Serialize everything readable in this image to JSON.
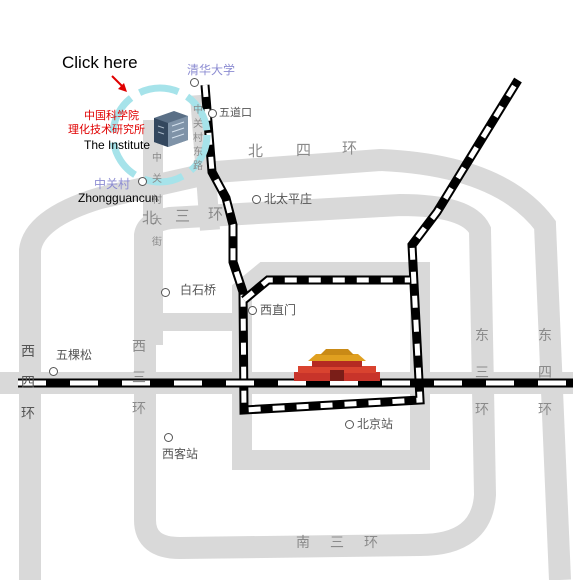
{
  "callout": {
    "text": "Click here"
  },
  "institute": {
    "name_line1": "中国科学院",
    "name_line2": "理化技术研究所",
    "name_en": "The Institute",
    "accent_color": "#e00000"
  },
  "stations": {
    "tsinghua": "清华大学",
    "wudaokou": "五道口",
    "zhongguancun_cn": "中关村",
    "zhongguancun_en": "Zhongguancun",
    "beitaipingzhuang": "北太平庄",
    "baishiqiao": "白石桥",
    "xizhimen": "西直门",
    "wukesong": "五棵松",
    "xikezhan": "西客站",
    "beijingzhan": "北京站"
  },
  "roads": {
    "zgc_east_road": "中关村东路",
    "zgc_street": "中关村大街",
    "north_4th_ring": [
      "北",
      "四",
      "环"
    ],
    "north_3rd_ring": [
      "北",
      "三",
      "环"
    ],
    "west_4th_ring": "西四环",
    "west_3rd_ring": "西三环",
    "east_3rd_ring": "东三环",
    "east_4th_ring": "东四环",
    "south_3rd_ring": [
      "南",
      "三",
      "环"
    ]
  },
  "icons": {
    "building": "institute-building-icon",
    "landmark": "tiananmen-gate-icon",
    "arrow": "red-arrow-icon"
  },
  "colors": {
    "road": "#d9d9d9",
    "rail": "#000000",
    "highlight_circle": "#a6e3ea",
    "callout_arrow": "#e00000"
  }
}
